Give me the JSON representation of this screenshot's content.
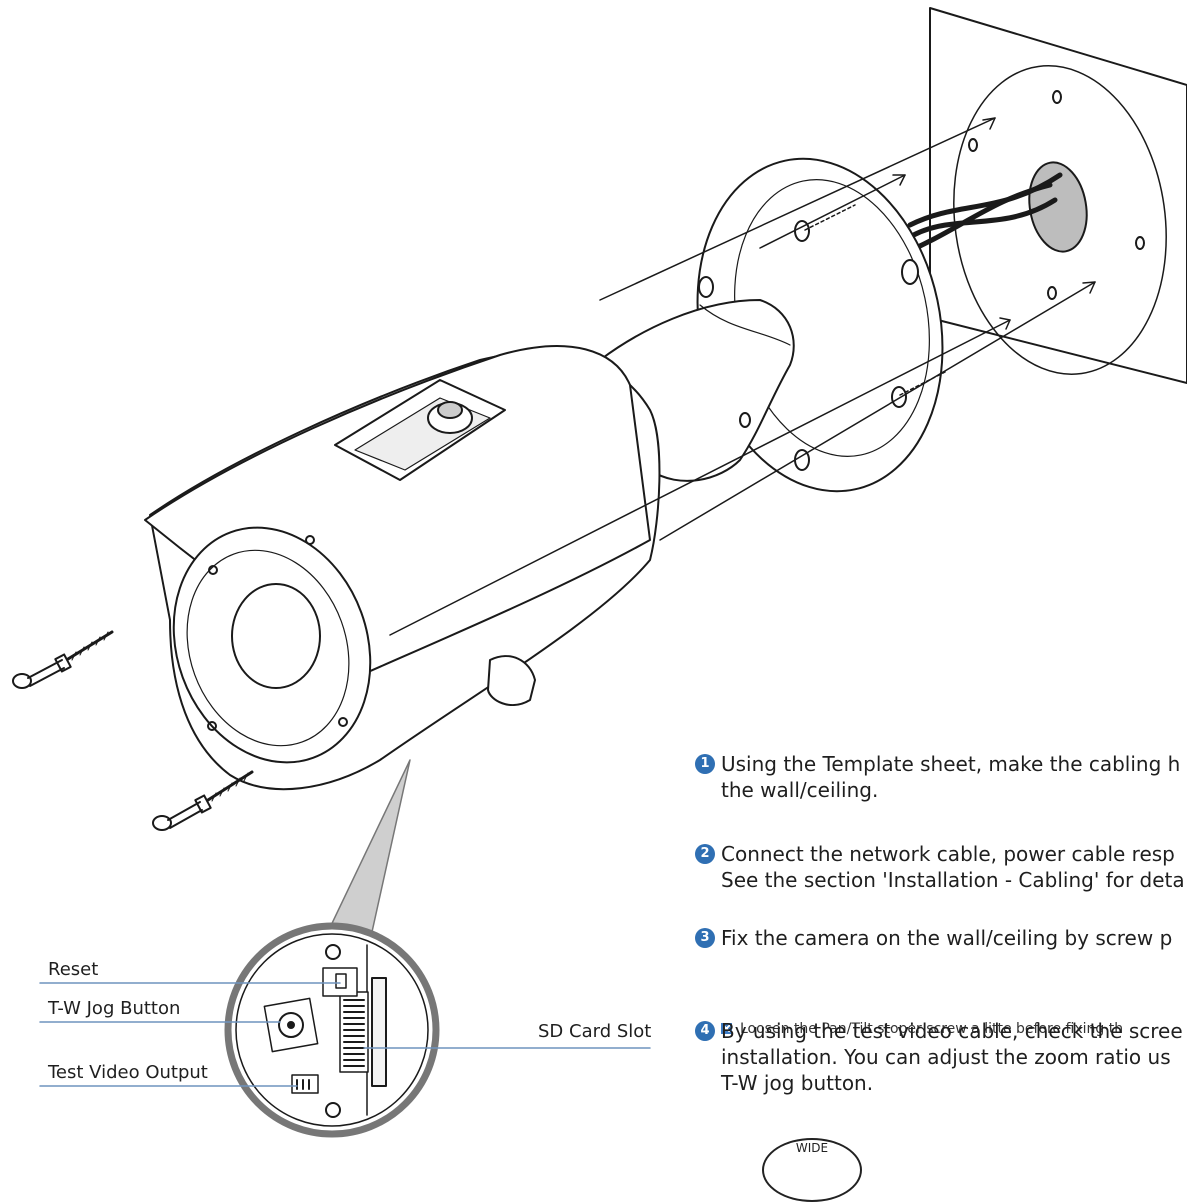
{
  "callouts": {
    "reset": "Reset",
    "jog": "T-W Jog Button",
    "test_video": "Test Video Output",
    "sd_card": "SD Card Slot"
  },
  "steps": [
    {
      "number": "1",
      "lines": [
        "Using the Template sheet, make the cabling h",
        "the wall/ceiling."
      ]
    },
    {
      "number": "2",
      "lines": [
        "Connect the network cable, power cable resp",
        "See the section 'Installation - Cabling' for deta"
      ]
    },
    {
      "number": "3",
      "lines": [
        "Fix the camera on the wall/ceiling by screw p"
      ]
    },
    {
      "number": "4",
      "lines": [
        "By using the test video cable, check the scree",
        "installation. You can adjust the zoom ratio us",
        "T-W jog button."
      ]
    }
  ],
  "note": "Loosen the Pan/Tilt stoper screw a litte before fixing th",
  "wide_label": "WIDE",
  "icons": {
    "step_badge": "numbered-circle-icon",
    "note": "note-icon"
  },
  "colors": {
    "accent": "#2f6fb3",
    "callout_line": "#6f93bd"
  }
}
